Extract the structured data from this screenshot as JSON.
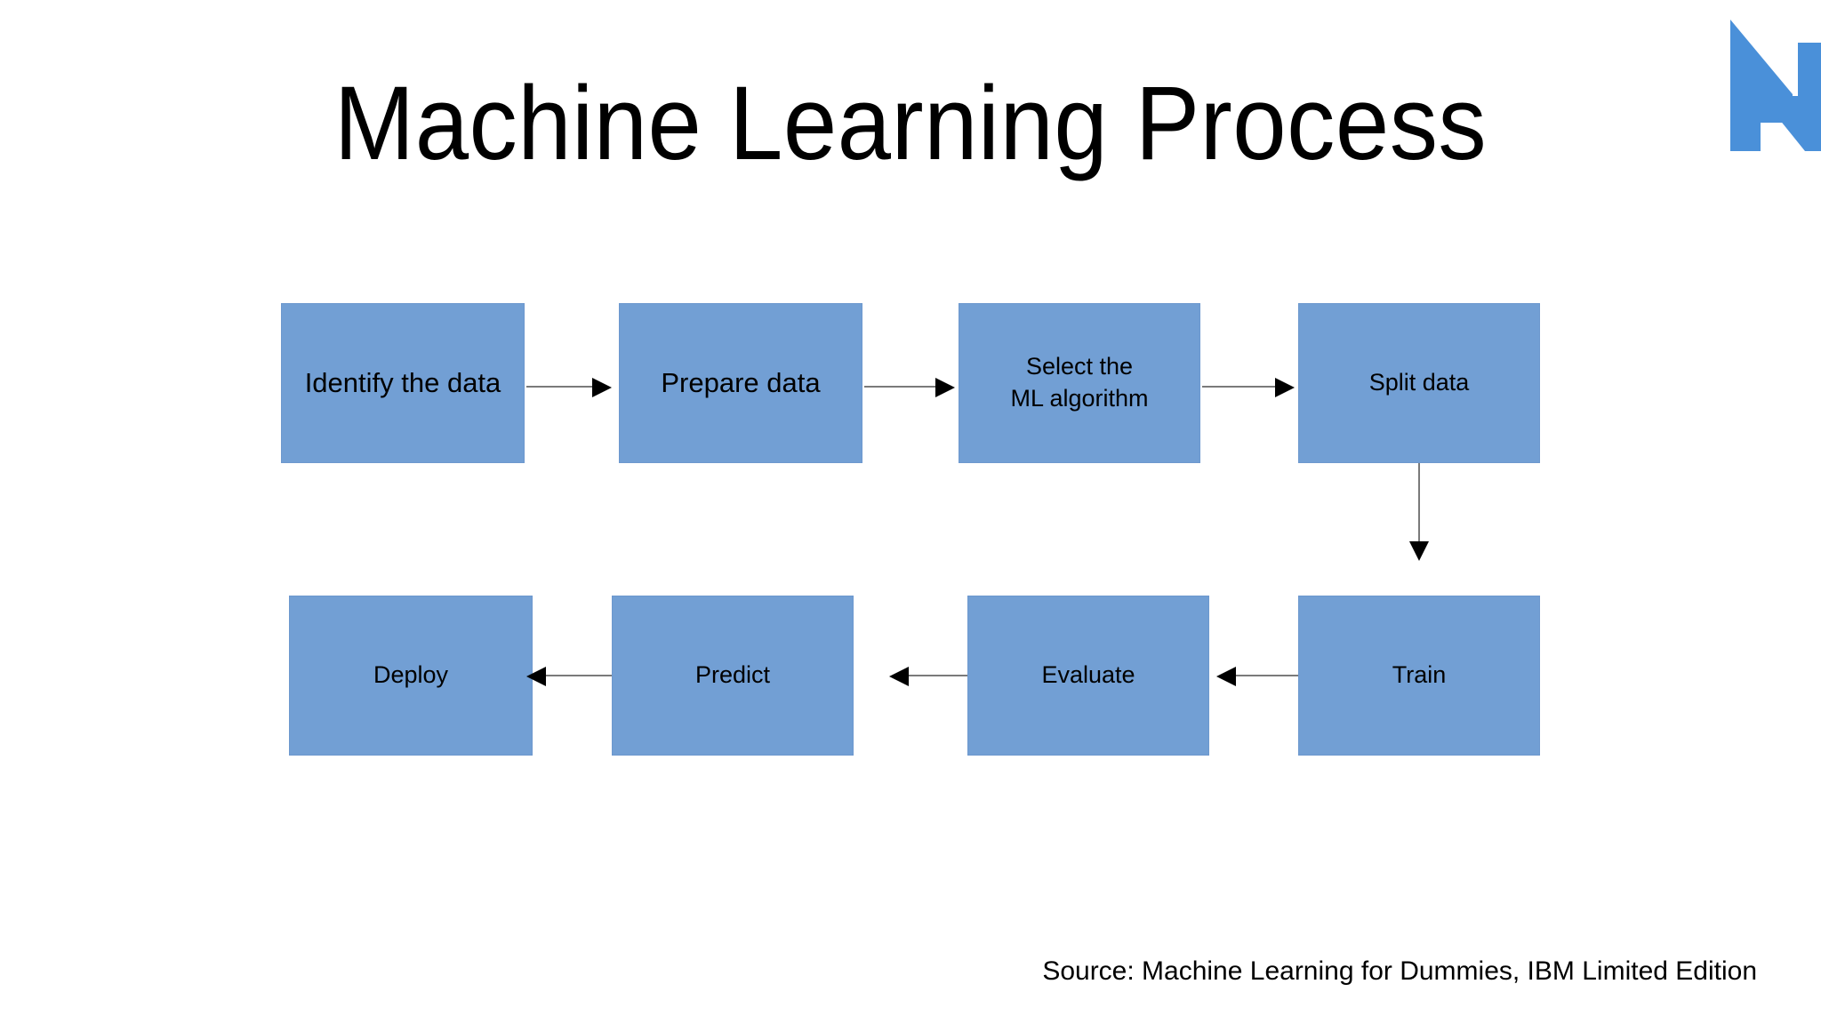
{
  "slide": {
    "title": "Machine Learning Process",
    "background_color": "#FFFFFF",
    "source_note": "Source: Machine Learning for Dummies, IBM Limited Edition"
  },
  "logo": {
    "name": "brand-logo-n",
    "color": "#4A90D9"
  },
  "diagram_data": {
    "type": "flowchart",
    "box_fill_color": "#729FD4",
    "box_border_color": "#6D98CE",
    "text_color": "#000000",
    "arrow_line_color": "#7A7A7A",
    "arrow_head_color": "#000000",
    "rows": [
      {
        "direction": "left-to-right",
        "nodes": [
          {
            "id": "identify-the-data",
            "label": "Identify the data"
          },
          {
            "id": "prepare-data",
            "label": "Prepare data"
          },
          {
            "id": "select-the-ml-algorithm",
            "label": "Select the\nML algorithm"
          },
          {
            "id": "split-data",
            "label": "Split data"
          }
        ]
      },
      {
        "direction": "right-to-left",
        "nodes": [
          {
            "id": "deploy",
            "label": "Deploy"
          },
          {
            "id": "predict",
            "label": "Predict"
          },
          {
            "id": "evaluate",
            "label": "Evaluate"
          },
          {
            "id": "train",
            "label": "Train"
          }
        ]
      }
    ],
    "edges": [
      {
        "from": "identify-the-data",
        "to": "prepare-data",
        "orientation": "horizontal",
        "points": "right"
      },
      {
        "from": "prepare-data",
        "to": "select-the-ml-algorithm",
        "orientation": "horizontal",
        "points": "right"
      },
      {
        "from": "select-the-ml-algorithm",
        "to": "split-data",
        "orientation": "horizontal",
        "points": "right"
      },
      {
        "from": "split-data",
        "to": "train",
        "orientation": "vertical",
        "points": "down"
      },
      {
        "from": "train",
        "to": "evaluate",
        "orientation": "horizontal",
        "points": "left"
      },
      {
        "from": "evaluate",
        "to": "predict",
        "orientation": "horizontal",
        "points": "left"
      },
      {
        "from": "predict",
        "to": "deploy",
        "orientation": "horizontal",
        "points": "left"
      }
    ]
  }
}
